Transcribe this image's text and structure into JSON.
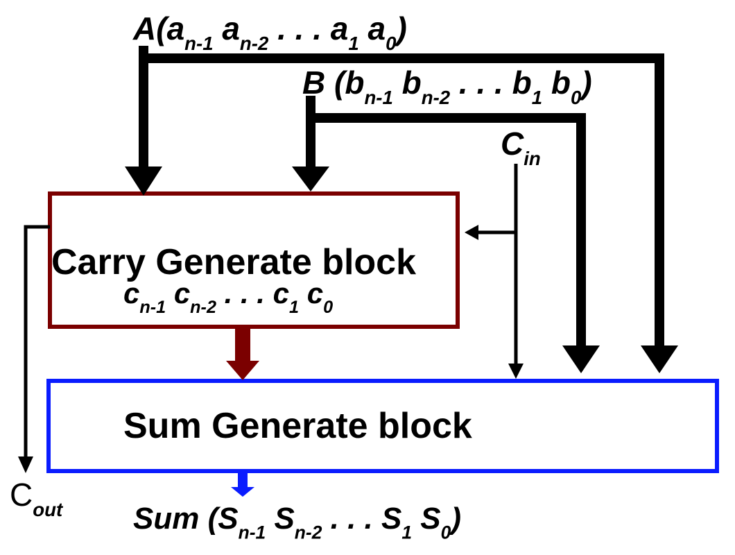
{
  "inputs": {
    "a": {
      "name": "A",
      "open": "(",
      "close": ")",
      "dots": ". . .",
      "terms": [
        {
          "sym": "a",
          "sub": "n-1"
        },
        {
          "sym": "a",
          "sub": "n-2"
        },
        {
          "sym": "a",
          "sub": "1"
        },
        {
          "sym": "a",
          "sub": "0"
        }
      ]
    },
    "b": {
      "name": "B",
      "open": "(",
      "close": ")",
      "dots": ". . .",
      "terms": [
        {
          "sym": "b",
          "sub": "n-1"
        },
        {
          "sym": "b",
          "sub": "n-2"
        },
        {
          "sym": "b",
          "sub": "1"
        },
        {
          "sym": "b",
          "sub": "0"
        }
      ]
    },
    "cin": {
      "sym": "C",
      "sub": "in"
    }
  },
  "carry_block": {
    "title": "Carry Generate block",
    "carries": {
      "dots": ". . .",
      "terms": [
        {
          "sym": "c",
          "sub": "n-1"
        },
        {
          "sym": "c",
          "sub": "n-2"
        },
        {
          "sym": "c",
          "sub": "1"
        },
        {
          "sym": "c",
          "sub": "0"
        }
      ]
    },
    "border_color": "#7b0000"
  },
  "sum_block": {
    "title": "Sum Generate block",
    "border_color": "#0a1cff"
  },
  "outputs": {
    "cout": {
      "sym": "C",
      "sub": "out"
    },
    "sum": {
      "name": "Sum",
      "open": "(",
      "close": ")",
      "dots": ". . .",
      "terms": [
        {
          "sym": "S",
          "sub": "n-1"
        },
        {
          "sym": "S",
          "sub": "n-2"
        },
        {
          "sym": "S",
          "sub": "1"
        },
        {
          "sym": "S",
          "sub": "0"
        }
      ]
    }
  },
  "colors": {
    "wire": "#000000",
    "carry_to_sum_arrow": "#7b0000",
    "sum_out_arrow": "#0a1cff"
  }
}
